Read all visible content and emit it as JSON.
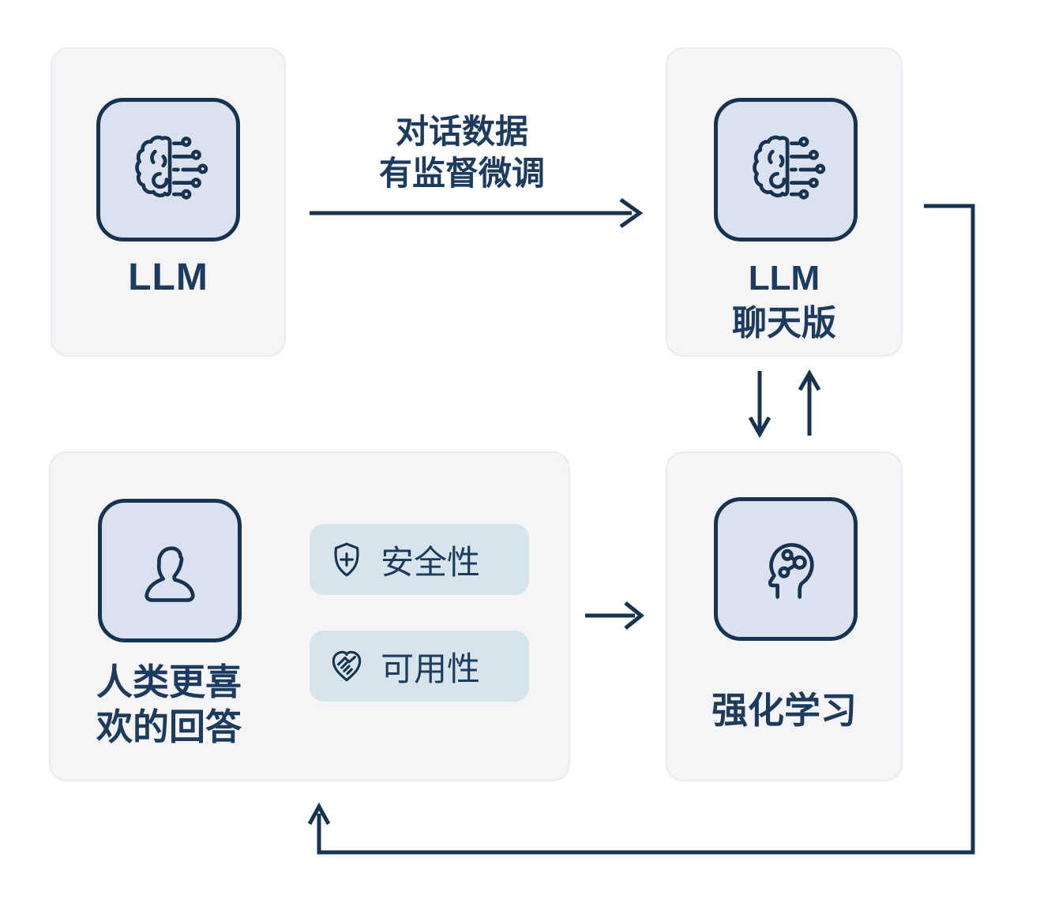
{
  "colors": {
    "navy": "#17334f",
    "text": "#1d3b5e",
    "card_background": "#f5f4f6",
    "tile_background": "#dbe2ef",
    "badge_background": "#d6e5ec",
    "page_background": "#ffffff"
  },
  "nodes": {
    "llm": {
      "label": "LLM",
      "icon": "brain-circuit-icon"
    },
    "llm_chat": {
      "label_line1": "LLM",
      "label_line2": "聊天版",
      "icon": "brain-circuit-icon"
    },
    "human_preference": {
      "label_line1": "人类更喜",
      "label_line2": "欢的回答",
      "icon": "person-icon",
      "badges": [
        {
          "label": "安全性",
          "icon": "shield-plus-icon"
        },
        {
          "label": "可用性",
          "icon": "heart-handshake-icon"
        }
      ]
    },
    "reinforcement_learning": {
      "label": "强化学习",
      "icon": "head-network-icon"
    }
  },
  "edges": {
    "sft": {
      "label_line1": "对话数据",
      "label_line2": "有监督微调"
    }
  }
}
